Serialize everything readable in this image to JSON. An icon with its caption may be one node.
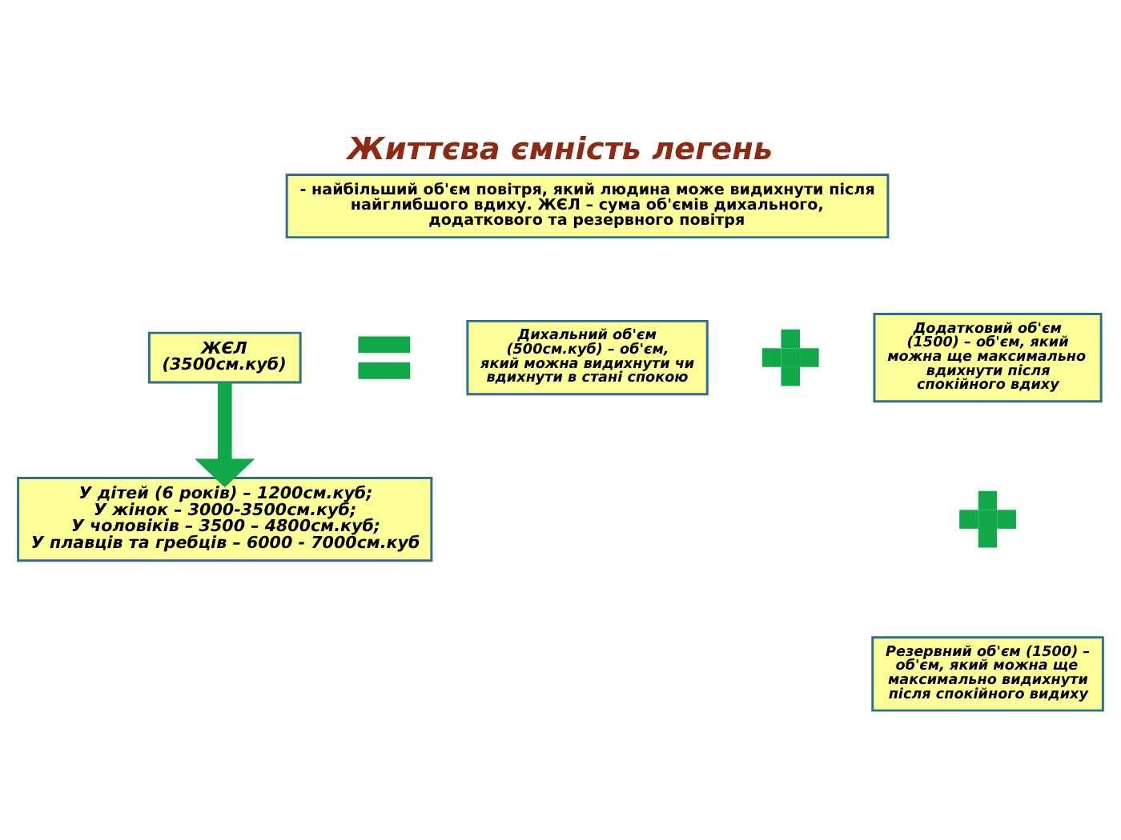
{
  "diagram": {
    "title": "Життєва ємність легень",
    "nodes": [
      {
        "text": [
          "- найбільший об'єм повітря, який людина може видихнути після найглибшого вдиху. ЖЄЛ – сума об'ємів дихального, додаткового та резервного повітря"
        ]
      },
      {
        "text": [
          "ЖЄЛ (3500см.куб)"
        ]
      },
      {
        "text": [],
        "shape": "equals"
      },
      {
        "text": [
          "Дихальний об'єм (500см.куб) – об'єм, який можна видихнути чи вдихнути в стані спокою"
        ]
      },
      {
        "text": [],
        "shape": "plus"
      },
      {
        "text": [
          "Додатковий об'єм (1500) – об'єм, який можна ще максимально вдихнути після спокійного вдиху"
        ]
      },
      {
        "text": [],
        "shape": "plus"
      },
      {
        "text": [
          "Резервний об'єм (1500) – об'єм, який можна ще максимально видихнути після спокійного видиху"
        ]
      },
      {
        "text": [
          "У дітей (6 років) – 1200см.куб;",
          "У жінок – 3000-3500см.куб;",
          "У чоловіків – 3500 – 4800см.куб;",
          "У плавців та гребців – 6000 - 7000см.куб"
        ]
      }
    ],
    "edges": [
      {
        "from": 1,
        "to": 8,
        "arrow": "to"
      }
    ]
  }
}
